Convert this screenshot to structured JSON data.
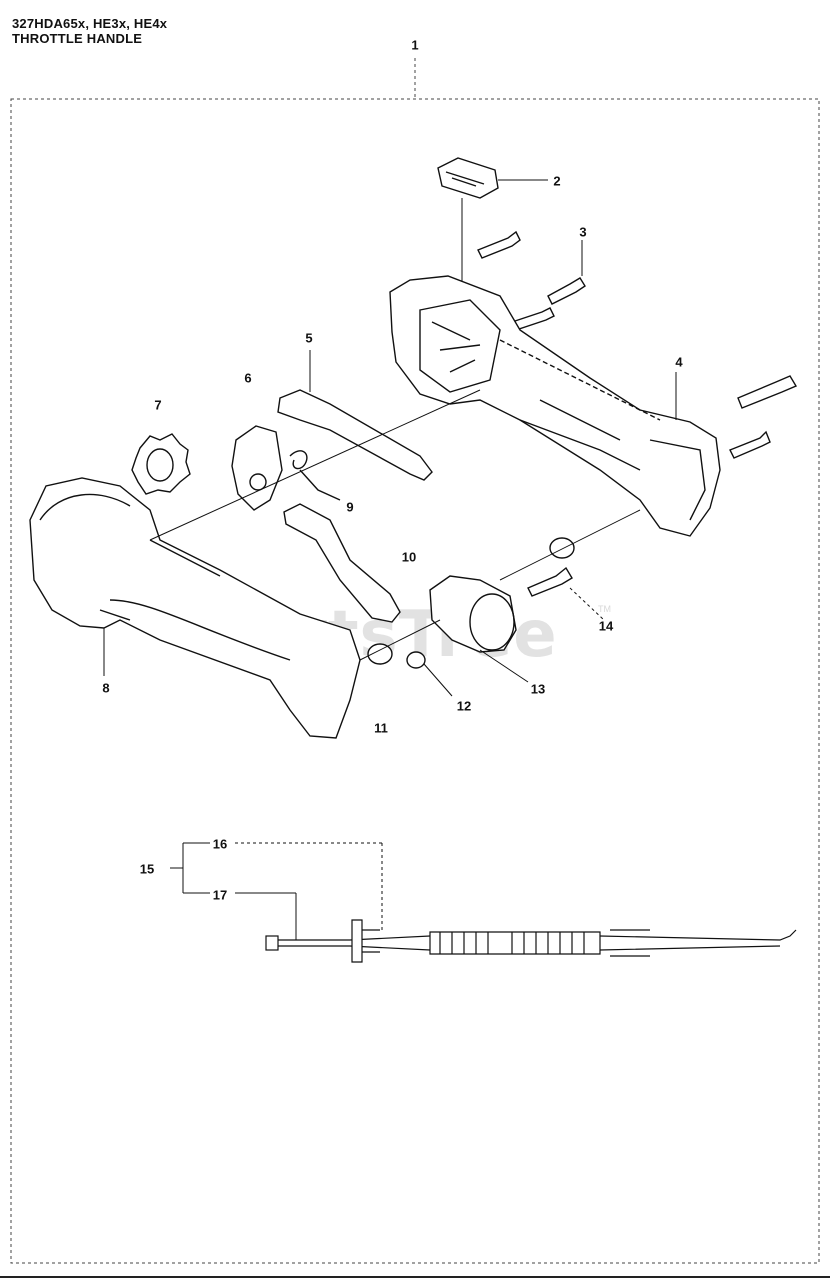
{
  "header": {
    "models": "327HDA65x, HE3x, HE4x",
    "title": "THROTTLE HANDLE"
  },
  "watermark": {
    "text": "PartsTree",
    "trademark": "TM"
  },
  "callouts": {
    "c1": "1",
    "c2": "2",
    "c3": "3",
    "c4": "4",
    "c5": "5",
    "c6": "6",
    "c7": "7",
    "c8": "8",
    "c9": "9",
    "c10": "10",
    "c11": "11",
    "c12": "12",
    "c13": "13",
    "c14": "14",
    "c15": "15",
    "c16": "16",
    "c17": "17"
  }
}
